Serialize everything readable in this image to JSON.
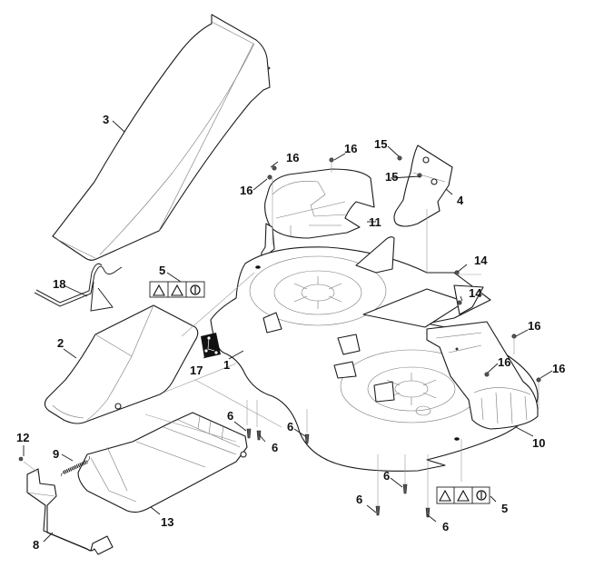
{
  "diagram": {
    "type": "exploded-parts-diagram",
    "subject": "Lawn mower cutting deck assembly",
    "colors": {
      "line": "#1a1a1a",
      "background": "#ffffff",
      "decal": "#111111"
    }
  },
  "parts": [
    {
      "number": "1",
      "name": "cutting-deck"
    },
    {
      "number": "2",
      "name": "rear-cover"
    },
    {
      "number": "3",
      "name": "discharge-chute"
    },
    {
      "number": "4",
      "name": "deflector"
    },
    {
      "number": "5",
      "name": "warning-decal"
    },
    {
      "number": "6",
      "name": "screw"
    },
    {
      "number": "8",
      "name": "bracket"
    },
    {
      "number": "9",
      "name": "spring"
    },
    {
      "number": "10",
      "name": "right-belt-guard"
    },
    {
      "number": "11",
      "name": "left-belt-guard"
    },
    {
      "number": "12",
      "name": "bolt"
    },
    {
      "number": "13",
      "name": "collector-duct"
    },
    {
      "number": "14",
      "name": "nut"
    },
    {
      "number": "15",
      "name": "deflector-screw"
    },
    {
      "number": "16",
      "name": "guard-nut"
    },
    {
      "number": "17",
      "name": "belt-routing-decal"
    },
    {
      "number": "18",
      "name": "wire-rod"
    }
  ],
  "callouts": {
    "c3": "3",
    "c16a": "16",
    "c16b": "16",
    "c16c": "16",
    "c16d": "16",
    "c16e": "16",
    "c16f": "16",
    "c15a": "15",
    "c15b": "15",
    "c4": "4",
    "c11": "11",
    "c5a": "5",
    "c5b": "5",
    "c18": "18",
    "c14a": "14",
    "c14b": "14",
    "c2": "2",
    "c17": "17",
    "c1": "1",
    "c10": "10",
    "c6a": "6",
    "c6b": "6",
    "c6c": "6",
    "c6d": "6",
    "c6e": "6",
    "c6f": "6",
    "c12": "12",
    "c9": "9",
    "c13": "13",
    "c8": "8"
  },
  "decals": {
    "warning_symbols": [
      "warning-triangle-icon",
      "hand-hazard-triangle-icon",
      "read-manual-icon"
    ]
  }
}
